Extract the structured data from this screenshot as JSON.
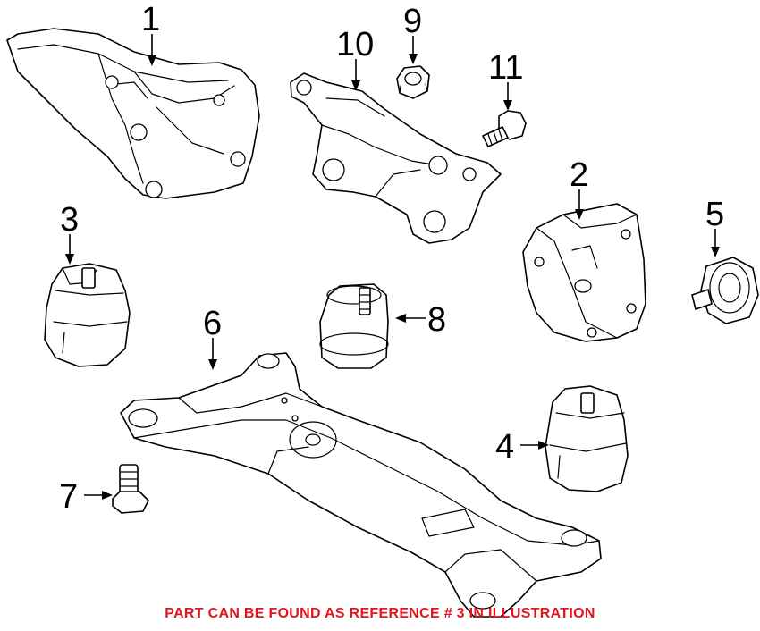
{
  "callouts": {
    "c1": "1",
    "c2": "2",
    "c3": "3",
    "c4": "4",
    "c5": "5",
    "c6": "6",
    "c7": "7",
    "c8": "8",
    "c9": "9",
    "c10": "10",
    "c11": "11"
  },
  "footnote": {
    "text": "PART CAN BE FOUND AS REFERENCE # 3 IN ILLUSTRATION",
    "color": "#e3141b"
  }
}
